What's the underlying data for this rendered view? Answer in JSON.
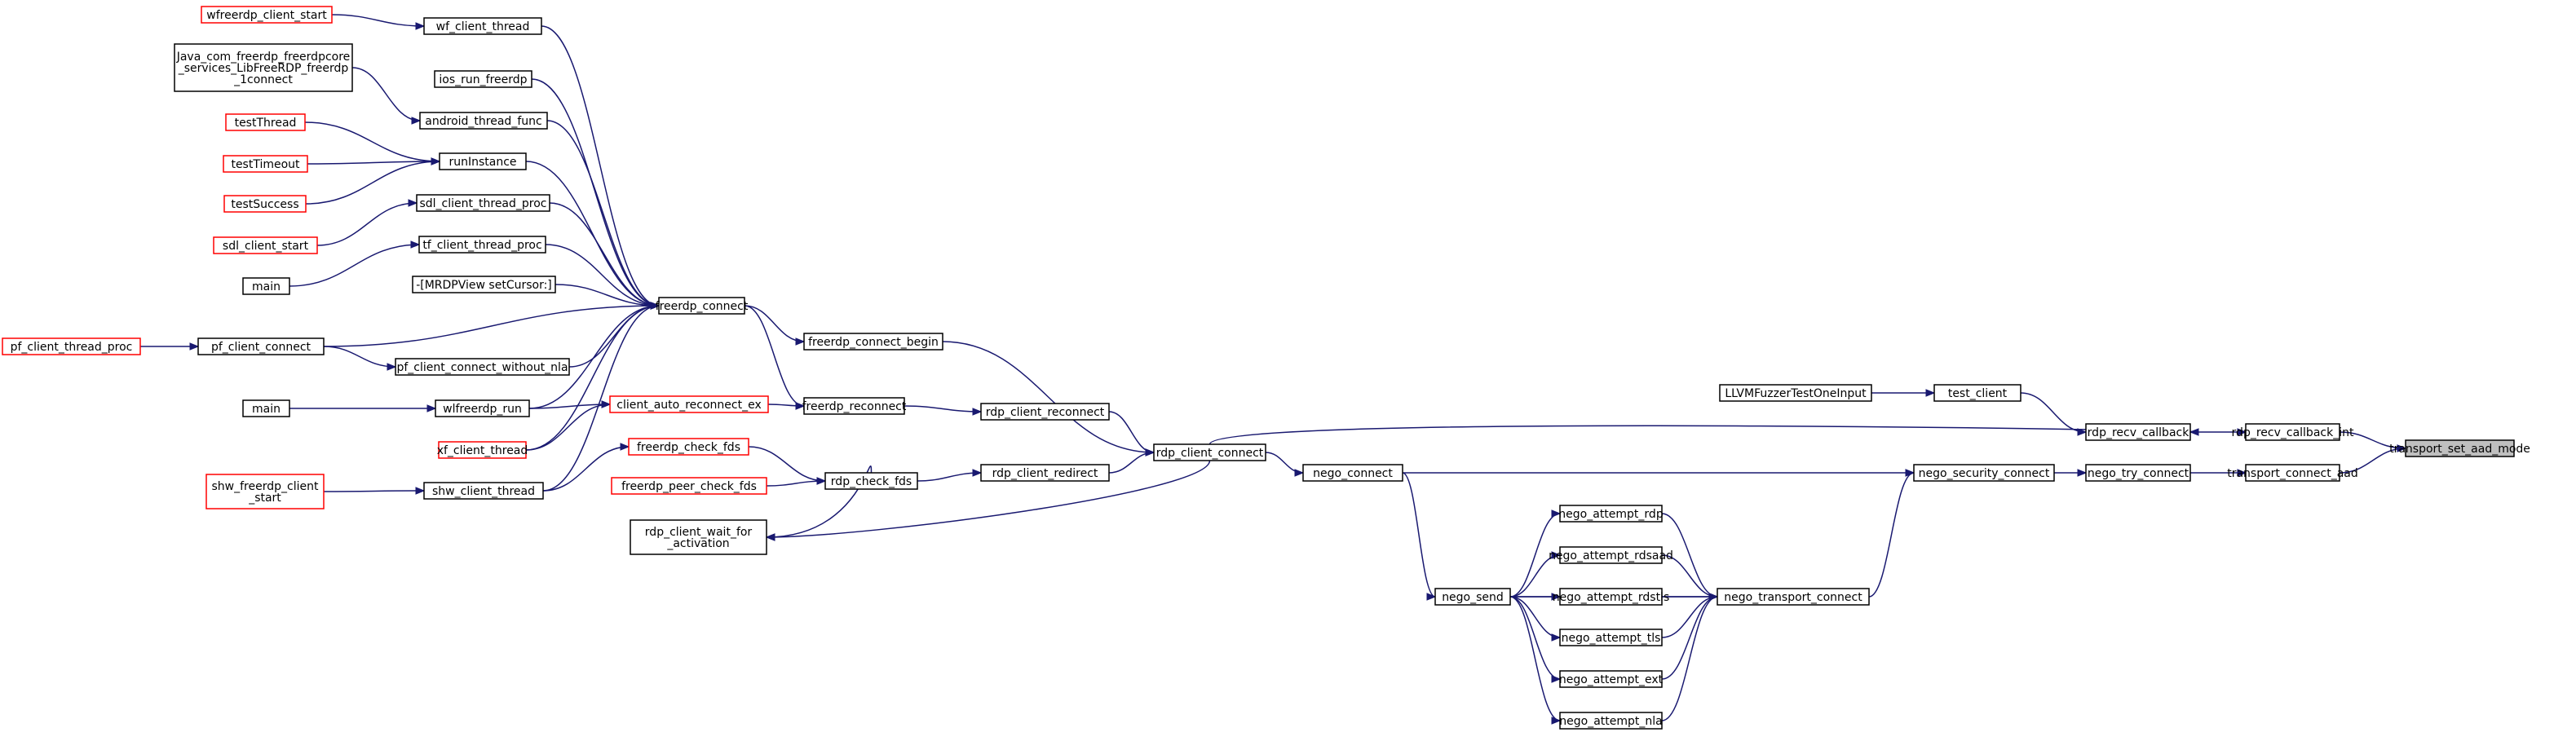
{
  "colors": {
    "edge": "#191970",
    "node_border": "#000000",
    "truncated_node_border": "#ff0000",
    "root_fill": "#bfbfbf"
  },
  "nodes": [
    {
      "id": "transport_set_aad_mode",
      "lines": [
        "transport_set_aad_mode"
      ],
      "style": "root"
    },
    {
      "id": "rdp_recv_callback_int",
      "lines": [
        "rdp_recv_callback_int"
      ],
      "style": "normal"
    },
    {
      "id": "transport_connect_aad",
      "lines": [
        "transport_connect_aad"
      ],
      "style": "normal"
    },
    {
      "id": "rdp_recv_callback",
      "lines": [
        "rdp_recv_callback"
      ],
      "style": "normal"
    },
    {
      "id": "nego_try_connect",
      "lines": [
        "nego_try_connect"
      ],
      "style": "normal"
    },
    {
      "id": "test_client",
      "lines": [
        "test_client"
      ],
      "style": "normal"
    },
    {
      "id": "LLVMFuzzerTestOneInput",
      "lines": [
        "LLVMFuzzerTestOneInput"
      ],
      "style": "normal"
    },
    {
      "id": "nego_security_connect",
      "lines": [
        "nego_security_connect"
      ],
      "style": "normal"
    },
    {
      "id": "nego_transport_connect",
      "lines": [
        "nego_transport_connect"
      ],
      "style": "normal"
    },
    {
      "id": "nego_attempt_rdp",
      "lines": [
        "nego_attempt_rdp"
      ],
      "style": "normal"
    },
    {
      "id": "nego_attempt_rdsaad",
      "lines": [
        "nego_attempt_rdsaad"
      ],
      "style": "normal"
    },
    {
      "id": "nego_attempt_rdstls",
      "lines": [
        "nego_attempt_rdstls"
      ],
      "style": "normal"
    },
    {
      "id": "nego_attempt_tls",
      "lines": [
        "nego_attempt_tls"
      ],
      "style": "normal"
    },
    {
      "id": "nego_attempt_ext",
      "lines": [
        "nego_attempt_ext"
      ],
      "style": "normal"
    },
    {
      "id": "nego_attempt_nla",
      "lines": [
        "nego_attempt_nla"
      ],
      "style": "normal"
    },
    {
      "id": "nego_send",
      "lines": [
        "nego_send"
      ],
      "style": "normal"
    },
    {
      "id": "nego_connect",
      "lines": [
        "nego_connect"
      ],
      "style": "normal"
    },
    {
      "id": "rdp_client_connect",
      "lines": [
        "rdp_client_connect"
      ],
      "style": "normal"
    },
    {
      "id": "freerdp_connect_begin",
      "lines": [
        "freerdp_connect_begin"
      ],
      "style": "normal"
    },
    {
      "id": "rdp_client_reconnect",
      "lines": [
        "rdp_client_reconnect"
      ],
      "style": "normal"
    },
    {
      "id": "rdp_client_redirect",
      "lines": [
        "rdp_client_redirect"
      ],
      "style": "normal"
    },
    {
      "id": "freerdp_reconnect",
      "lines": [
        "freerdp_reconnect"
      ],
      "style": "normal"
    },
    {
      "id": "rdp_check_fds",
      "lines": [
        "rdp_check_fds"
      ],
      "style": "normal"
    },
    {
      "id": "rdp_client_wait_for_activation",
      "lines": [
        "rdp_client_wait_for",
        "_activation"
      ],
      "style": "normal"
    },
    {
      "id": "freerdp_connect",
      "lines": [
        "freerdp_connect"
      ],
      "style": "normal"
    },
    {
      "id": "client_auto_reconnect_ex",
      "lines": [
        "client_auto_reconnect_ex"
      ],
      "style": "red"
    },
    {
      "id": "freerdp_check_fds",
      "lines": [
        "freerdp_check_fds"
      ],
      "style": "red"
    },
    {
      "id": "freerdp_peer_check_fds",
      "lines": [
        "freerdp_peer_check_fds"
      ],
      "style": "red"
    },
    {
      "id": "wf_client_thread",
      "lines": [
        "wf_client_thread"
      ],
      "style": "normal"
    },
    {
      "id": "ios_run_freerdp",
      "lines": [
        "ios_run_freerdp"
      ],
      "style": "normal"
    },
    {
      "id": "android_thread_func",
      "lines": [
        "android_thread_func"
      ],
      "style": "normal"
    },
    {
      "id": "runInstance",
      "lines": [
        "runInstance"
      ],
      "style": "normal"
    },
    {
      "id": "sdl_client_thread_proc",
      "lines": [
        "sdl_client_thread_proc"
      ],
      "style": "normal"
    },
    {
      "id": "tf_client_thread_proc",
      "lines": [
        "tf_client_thread_proc"
      ],
      "style": "normal"
    },
    {
      "id": "MRDPView_setCursor",
      "lines": [
        "-[MRDPView setCursor:]"
      ],
      "style": "normal"
    },
    {
      "id": "pf_client_connect",
      "lines": [
        "pf_client_connect"
      ],
      "style": "normal"
    },
    {
      "id": "pf_client_connect_without_nla",
      "lines": [
        "pf_client_connect_without_nla"
      ],
      "style": "normal"
    },
    {
      "id": "wlfreerdp_run",
      "lines": [
        "wlfreerdp_run"
      ],
      "style": "normal"
    },
    {
      "id": "xf_client_thread",
      "lines": [
        "xf_client_thread"
      ],
      "style": "red"
    },
    {
      "id": "shw_client_thread",
      "lines": [
        "shw_client_thread"
      ],
      "style": "normal"
    },
    {
      "id": "wfreerdp_client_start",
      "lines": [
        "wfreerdp_client_start"
      ],
      "style": "red"
    },
    {
      "id": "Java_com_freerdp",
      "lines": [
        "Java_com_freerdp_freerdpcore",
        "_services_LibFreeRDP_freerdp",
        "_1connect"
      ],
      "style": "normal"
    },
    {
      "id": "testThread",
      "lines": [
        "testThread"
      ],
      "style": "red"
    },
    {
      "id": "testTimeout",
      "lines": [
        "testTimeout"
      ],
      "style": "red"
    },
    {
      "id": "testSuccess",
      "lines": [
        "testSuccess"
      ],
      "style": "red"
    },
    {
      "id": "sdl_client_start",
      "lines": [
        "sdl_client_start"
      ],
      "style": "red"
    },
    {
      "id": "main_tf",
      "lines": [
        "main"
      ],
      "style": "normal"
    },
    {
      "id": "pf_client_thread_proc",
      "lines": [
        "pf_client_thread_proc"
      ],
      "style": "red"
    },
    {
      "id": "main_wl",
      "lines": [
        "main"
      ],
      "style": "normal"
    },
    {
      "id": "shw_freerdp_client_start",
      "lines": [
        "shw_freerdp_client",
        "_start"
      ],
      "style": "red"
    }
  ],
  "edges": [
    {
      "from": "rdp_recv_callback_int",
      "to": "transport_set_aad_mode"
    },
    {
      "from": "transport_connect_aad",
      "to": "transport_set_aad_mode"
    },
    {
      "from": "rdp_recv_callback",
      "to": "rdp_recv_callback_int"
    },
    {
      "from": "nego_try_connect",
      "to": "transport_connect_aad"
    },
    {
      "from": "test_client",
      "to": "rdp_recv_callback"
    },
    {
      "from": "rdp_client_connect",
      "to": "rdp_recv_callback"
    },
    {
      "from": "nego_security_connect",
      "to": "nego_try_connect"
    },
    {
      "from": "LLVMFuzzerTestOneInput",
      "to": "test_client"
    },
    {
      "from": "nego_connect",
      "to": "nego_security_connect"
    },
    {
      "from": "nego_transport_connect",
      "to": "nego_security_connect"
    },
    {
      "from": "nego_attempt_rdp",
      "to": "nego_transport_connect"
    },
    {
      "from": "nego_attempt_rdsaad",
      "to": "nego_transport_connect"
    },
    {
      "from": "nego_attempt_rdstls",
      "to": "nego_transport_connect"
    },
    {
      "from": "nego_attempt_tls",
      "to": "nego_transport_connect"
    },
    {
      "from": "nego_attempt_ext",
      "to": "nego_transport_connect"
    },
    {
      "from": "nego_attempt_nla",
      "to": "nego_transport_connect"
    },
    {
      "from": "nego_send",
      "to": "nego_transport_connect"
    },
    {
      "from": "nego_send",
      "to": "nego_attempt_rdp"
    },
    {
      "from": "nego_send",
      "to": "nego_attempt_rdsaad"
    },
    {
      "from": "nego_send",
      "to": "nego_attempt_rdstls"
    },
    {
      "from": "nego_send",
      "to": "nego_attempt_tls"
    },
    {
      "from": "nego_send",
      "to": "nego_attempt_ext"
    },
    {
      "from": "nego_send",
      "to": "nego_attempt_nla"
    },
    {
      "from": "nego_connect",
      "to": "nego_send"
    },
    {
      "from": "rdp_client_connect",
      "to": "nego_connect"
    },
    {
      "from": "freerdp_connect_begin",
      "to": "rdp_client_connect"
    },
    {
      "from": "rdp_client_reconnect",
      "to": "rdp_client_connect"
    },
    {
      "from": "rdp_client_redirect",
      "to": "rdp_client_connect"
    },
    {
      "from": "rdp_client_connect",
      "to": "rdp_client_wait_for_activation"
    },
    {
      "from": "freerdp_reconnect",
      "to": "rdp_client_reconnect"
    },
    {
      "from": "rdp_check_fds",
      "to": "rdp_client_redirect"
    },
    {
      "from": "freerdp_connect",
      "to": "freerdp_connect_begin"
    },
    {
      "from": "freerdp_connect",
      "to": "freerdp_reconnect"
    },
    {
      "from": "client_auto_reconnect_ex",
      "to": "freerdp_reconnect"
    },
    {
      "from": "freerdp_check_fds",
      "to": "rdp_check_fds"
    },
    {
      "from": "freerdp_peer_check_fds",
      "to": "rdp_check_fds"
    },
    {
      "from": "rdp_check_fds",
      "to": "rdp_client_wait_for_activation"
    },
    {
      "from": "wf_client_thread",
      "to": "freerdp_connect"
    },
    {
      "from": "ios_run_freerdp",
      "to": "freerdp_connect"
    },
    {
      "from": "android_thread_func",
      "to": "freerdp_connect"
    },
    {
      "from": "runInstance",
      "to": "freerdp_connect"
    },
    {
      "from": "sdl_client_thread_proc",
      "to": "freerdp_connect"
    },
    {
      "from": "tf_client_thread_proc",
      "to": "freerdp_connect"
    },
    {
      "from": "MRDPView_setCursor",
      "to": "freerdp_connect"
    },
    {
      "from": "pf_client_connect",
      "to": "freerdp_connect"
    },
    {
      "from": "pf_client_connect_without_nla",
      "to": "freerdp_connect"
    },
    {
      "from": "wlfreerdp_run",
      "to": "freerdp_connect"
    },
    {
      "from": "xf_client_thread",
      "to": "freerdp_connect"
    },
    {
      "from": "shw_client_thread",
      "to": "freerdp_connect"
    },
    {
      "from": "wlfreerdp_run",
      "to": "client_auto_reconnect_ex"
    },
    {
      "from": "xf_client_thread",
      "to": "client_auto_reconnect_ex"
    },
    {
      "from": "shw_client_thread",
      "to": "freerdp_check_fds"
    },
    {
      "from": "wfreerdp_client_start",
      "to": "wf_client_thread"
    },
    {
      "from": "Java_com_freerdp",
      "to": "android_thread_func"
    },
    {
      "from": "testThread",
      "to": "runInstance"
    },
    {
      "from": "testTimeout",
      "to": "runInstance"
    },
    {
      "from": "testSuccess",
      "to": "runInstance"
    },
    {
      "from": "sdl_client_start",
      "to": "sdl_client_thread_proc"
    },
    {
      "from": "main_tf",
      "to": "tf_client_thread_proc"
    },
    {
      "from": "pf_client_thread_proc",
      "to": "pf_client_connect"
    },
    {
      "from": "pf_client_connect",
      "to": "pf_client_connect_without_nla"
    },
    {
      "from": "main_wl",
      "to": "wlfreerdp_run"
    },
    {
      "from": "shw_freerdp_client_start",
      "to": "shw_client_thread"
    }
  ]
}
